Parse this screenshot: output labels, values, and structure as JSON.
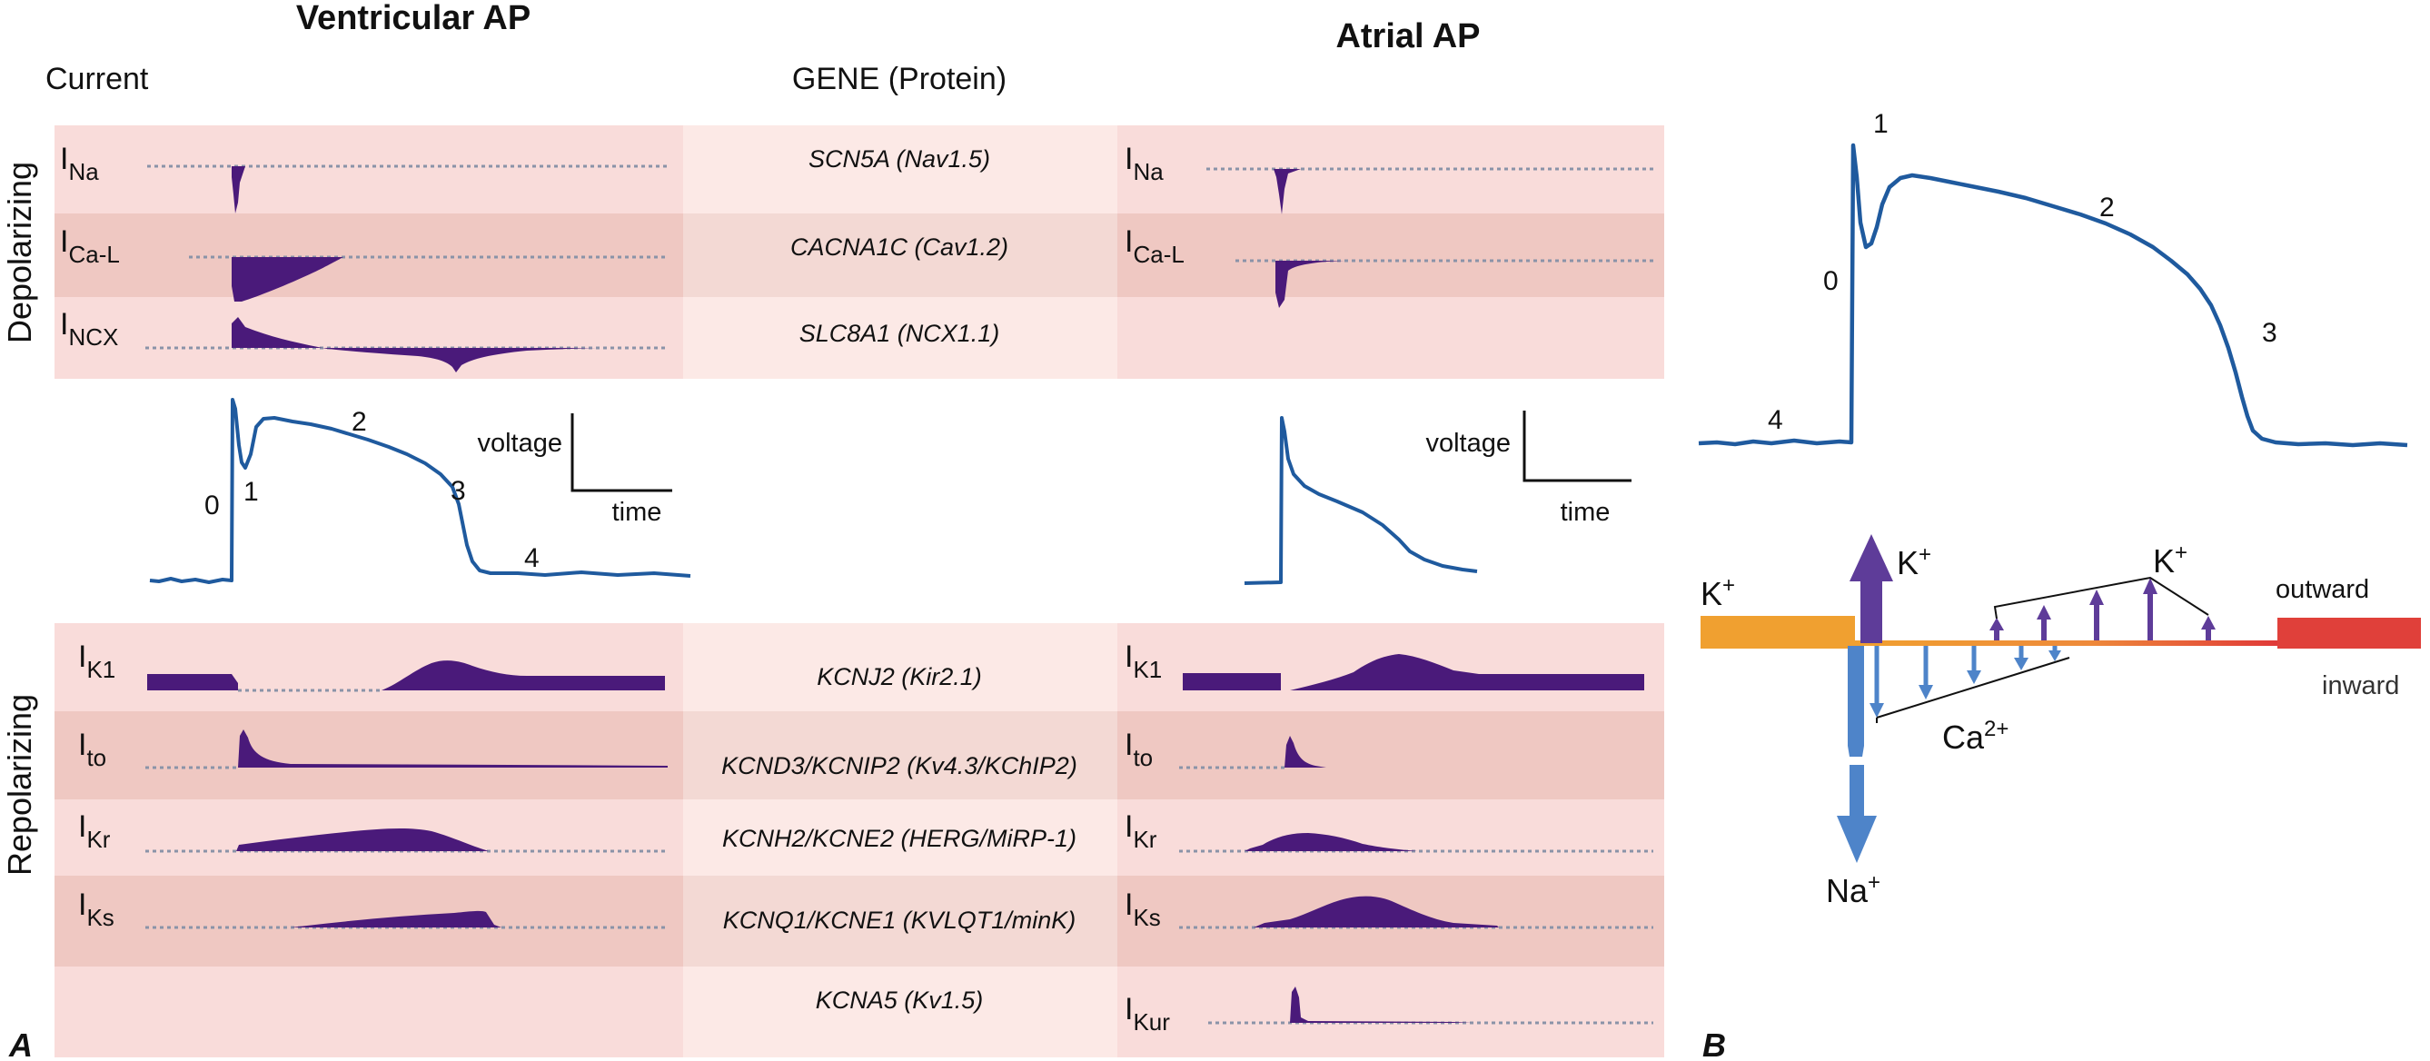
{
  "panel_a": {
    "label": "A",
    "headers": {
      "current": "Current",
      "ventricular": "Ventricular AP",
      "gene": "GENE (Protein)",
      "atrial": "Atrial AP"
    },
    "side_labels": {
      "depolarizing": "Depolarizing",
      "repolarizing": "Repolarizing"
    },
    "depolarizing_rows": [
      {
        "v_main": "I",
        "v_sub": "Na",
        "gene": "SCN5A (Nav1.5)",
        "a_main": "I",
        "a_sub": "Na"
      },
      {
        "v_main": "I",
        "v_sub": "Ca-L",
        "gene": "CACNA1C (Cav1.2)",
        "a_main": "I",
        "a_sub": "Ca-L"
      },
      {
        "v_main": "I",
        "v_sub": "NCX",
        "gene": "SLC8A1 (NCX1.1)",
        "a_main": "",
        "a_sub": ""
      }
    ],
    "repolarizing_rows": [
      {
        "v_main": "I",
        "v_sub": "K1",
        "gene": "KCNJ2 (Kir2.1)",
        "a_main": "I",
        "a_sub": "K1"
      },
      {
        "v_main": "I",
        "v_sub": "to",
        "gene": "KCND3/KCNIP2  (Kv4.3/KChIP2)",
        "a_main": "I",
        "a_sub": "to"
      },
      {
        "v_main": "I",
        "v_sub": "Kr",
        "gene": "KCNH2/KCNE2 (HERG/MiRP-1)",
        "a_main": "I",
        "a_sub": "Kr"
      },
      {
        "v_main": "I",
        "v_sub": "Ks",
        "gene": "KCNQ1/KCNE1 (KVLQT1/minK)",
        "a_main": "I",
        "a_sub": "Ks"
      },
      {
        "v_main": "",
        "v_sub": "",
        "gene": "KCNA5 (Kv1.5)",
        "a_main": "I",
        "a_sub": "Kur"
      }
    ],
    "ventricular_ap": {
      "phases": [
        "0",
        "1",
        "2",
        "3",
        "4"
      ],
      "scale_y": "voltage",
      "scale_x": "time"
    },
    "atrial_ap": {
      "scale_y": "voltage",
      "scale_x": "time"
    }
  },
  "panel_b": {
    "label": "B",
    "phases": [
      "0",
      "1",
      "2",
      "3",
      "4"
    ],
    "ions": {
      "k_left": "K",
      "k_center": "K",
      "k_right": "K",
      "k_charge": "+",
      "ca": "Ca",
      "ca_charge": "2+",
      "na": "Na",
      "na_charge": "+"
    },
    "directions": {
      "outward": "outward",
      "inward": "inward"
    }
  },
  "colors": {
    "band_light": "#f9dcda",
    "band_dark": "#efc8c2",
    "gene_light": "#fce9e6",
    "gene_dark": "#f3d9d4",
    "current_fill": "#4a1a7a",
    "ap_trace": "#1f5a9e",
    "baseline_dots": "#8a93a8",
    "k_purple": "#5e3c99",
    "arrow_blue": "#4e84c9",
    "orange": "#f0a030",
    "red": "#e03838"
  }
}
